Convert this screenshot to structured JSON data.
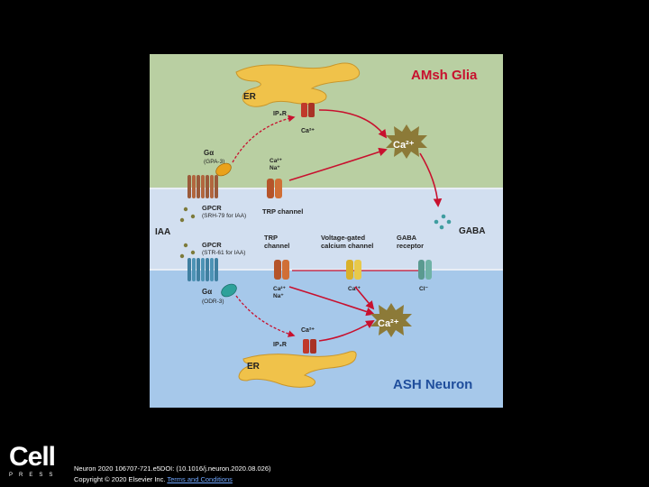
{
  "figure": {
    "glia_title": "AMsh Glia",
    "neuron_title": "ASH Neuron",
    "er_label": "ER",
    "ip3r_label": "IP₃R",
    "ca_release": "Ca²⁺",
    "ca_burst": "Ca²⁺",
    "galpha_top": "Gα",
    "galpha_top_name": "(GPA-3)",
    "ca_na": "Ca²⁺\nNa⁺",
    "gpcr_label": "GPCR",
    "gpcr_top_name": "(SRH-79 for IAA)",
    "gpcr_bottom_name": "(STR-61 for IAA)",
    "trp_channel": "TRP channel",
    "trp_channel_2": "TRP\nchannel",
    "iaa": "IAA",
    "gaba": "GABA",
    "vgcc": "Voltage-gated\ncalcium channel",
    "gaba_receptor": "GABA\nreceptor",
    "cl": "Cl⁻",
    "galpha_bottom": "Gα",
    "galpha_bottom_name": "(ODR-3)",
    "colors": {
      "glia_bg": "#b9cfa2",
      "mid_bg": "#d2dff0",
      "neuron_bg": "#a6c8ea",
      "arrow_red": "#c8102e",
      "er_yellow": "#f0c24a",
      "burst": "#8c7a38"
    }
  },
  "logo": {
    "name": "Cell",
    "press": "PRESS"
  },
  "citation": {
    "line1": "Neuron 2020 106707-721.e5DOI: (10.1016/j.neuron.2020.08.026)",
    "line2_prefix": "Copyright © 2020 Elsevier Inc.",
    "terms_link": "Terms and Conditions"
  }
}
